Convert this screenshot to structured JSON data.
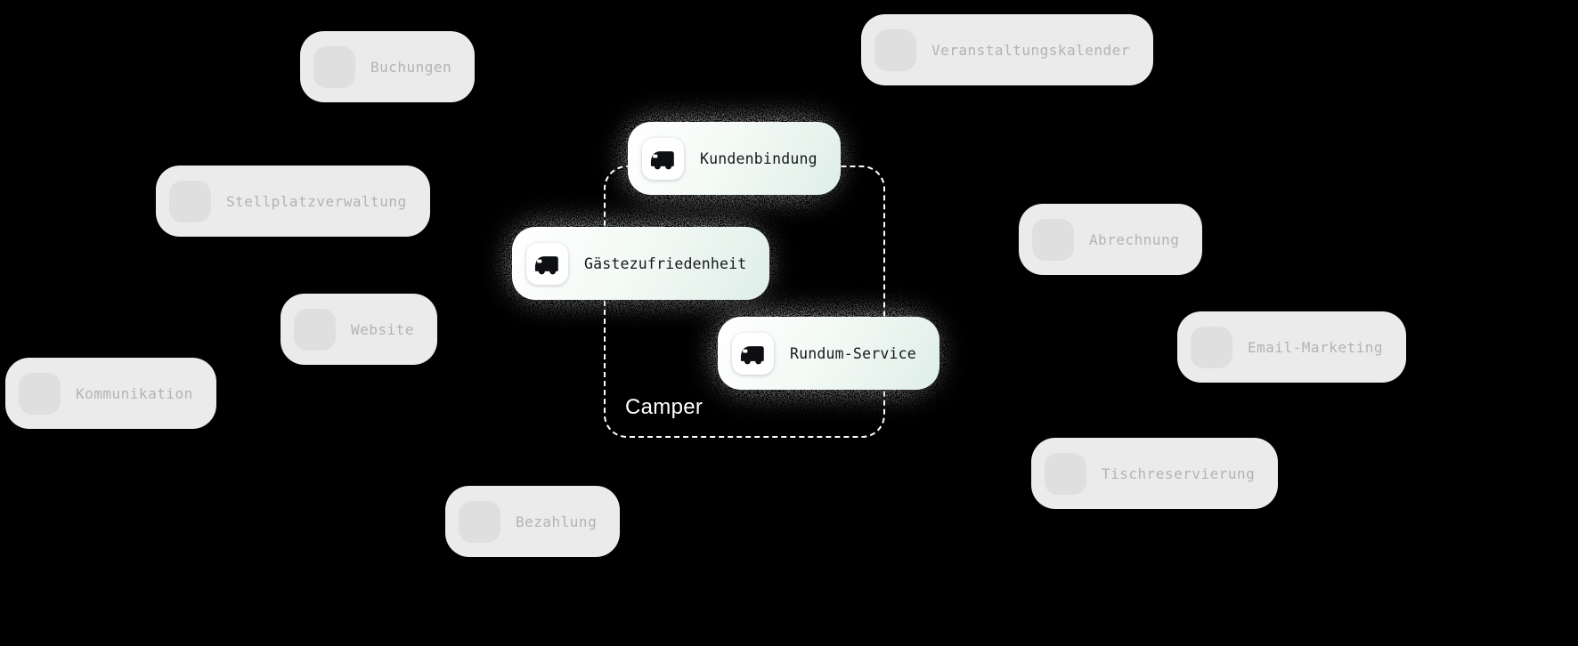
{
  "group": {
    "label": "Camper"
  },
  "center_cards": [
    {
      "label": "Kundenbindung",
      "icon": "camper-van-icon"
    },
    {
      "label": "Gästezufriedenheit",
      "icon": "camper-van-icon"
    },
    {
      "label": "Rundum-Service",
      "icon": "camper-van-icon"
    }
  ],
  "pills": [
    {
      "label": "Buchungen",
      "icon": "placeholder-icon"
    },
    {
      "label": "Veranstaltungskalender",
      "icon": "placeholder-icon"
    },
    {
      "label": "Stellplatzverwaltung",
      "icon": "placeholder-icon"
    },
    {
      "label": "Abrechnung",
      "icon": "placeholder-icon"
    },
    {
      "label": "Website",
      "icon": "placeholder-icon"
    },
    {
      "label": "Email-Marketing",
      "icon": "placeholder-icon"
    },
    {
      "label": "Kommunikation",
      "icon": "placeholder-icon"
    },
    {
      "label": "Tischreservierung",
      "icon": "placeholder-icon"
    },
    {
      "label": "Bezahlung",
      "icon": "placeholder-icon"
    }
  ],
  "colors": {
    "background": "#000000",
    "card_gradient_start": "#ffffff",
    "card_gradient_end": "#dfeee8",
    "noise_glow": "#ffffff",
    "pill_background": "#f3f3f3",
    "pill_text": "#b9b9b9",
    "card_text": "#15181a",
    "dashed_outline": "#ffffff"
  }
}
